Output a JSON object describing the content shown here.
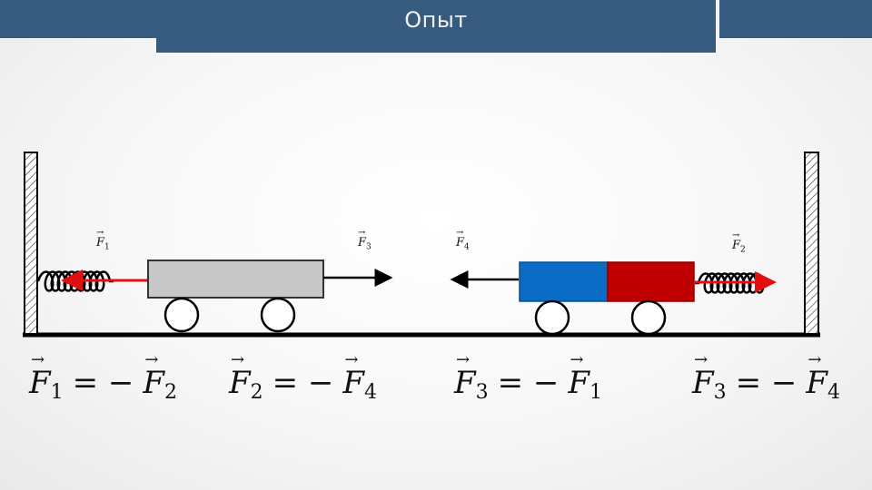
{
  "header": {
    "title": "Опыт"
  },
  "force_labels": {
    "f1": {
      "letter": "F",
      "index": "1"
    },
    "f3": {
      "letter": "F",
      "index": "3"
    },
    "f4": {
      "letter": "F",
      "index": "4"
    },
    "f2": {
      "letter": "F",
      "index": "2"
    }
  },
  "formulas": [
    {
      "lhs_letter": "F",
      "lhs_index": "1",
      "op": "= −",
      "rhs_letter": "F",
      "rhs_index": "2"
    },
    {
      "lhs_letter": "F",
      "lhs_index": "2",
      "op": "= −",
      "rhs_letter": "F",
      "rhs_index": "4"
    },
    {
      "lhs_letter": "F",
      "lhs_index": "3",
      "op": "= −",
      "rhs_letter": "F",
      "rhs_index": "1"
    },
    {
      "lhs_letter": "F",
      "lhs_index": "3",
      "op": "= −",
      "rhs_letter": "F",
      "rhs_index": "4"
    }
  ],
  "colors": {
    "header": "#375a7f",
    "cart_left": "#c8c8c8",
    "magnet_blue": "#0a6cc4",
    "magnet_red": "#c00000",
    "arrow_red": "#e01010"
  }
}
